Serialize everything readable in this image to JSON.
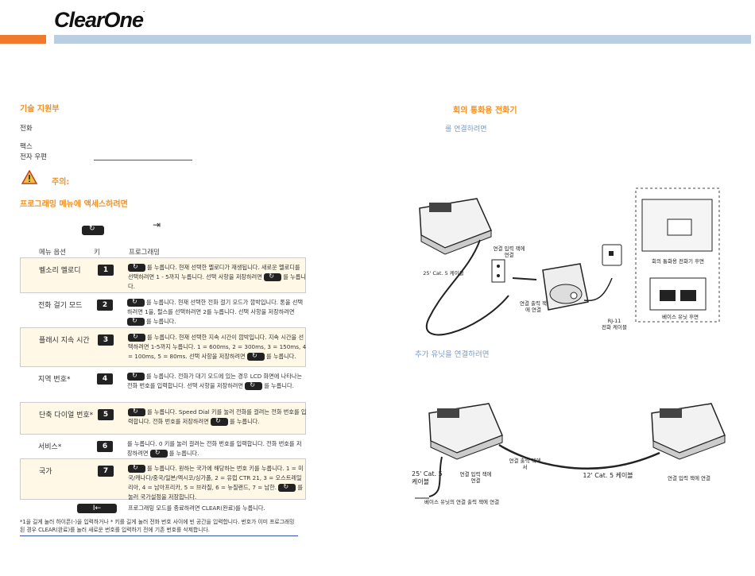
{
  "colors": {
    "accent": "#f07a2a",
    "header_bar": "#b9cfe1",
    "orange_heading": "#f0922a",
    "blue_text": "#7a9cc4",
    "dark_key": "#222222"
  },
  "brand": {
    "logo_text": "ClearOne",
    "logo_mark": "."
  },
  "left": {
    "tech_support": {
      "heading": "기술 지원부",
      "phone_label": "전화",
      "fax_label": "팩스",
      "email_label": "전자 우편"
    },
    "caution": {
      "icon": "warning-triangle-icon",
      "label": "주의:"
    },
    "programming": {
      "heading": "프로그래밍 메뉴에 액세스하려면",
      "arrow_icon": "enter-arrow-icon",
      "table_headers": {
        "menu": "메뉴 옵션",
        "key": "키",
        "programming": "프로그래밍"
      },
      "rows": [
        {
          "option": "벨소리 멜로디",
          "key": "1",
          "desc_a": "를 누릅니다. 현재 선택한 멜로디가 재생됩니다. 새로운 멜로디를 선택하려면 1 - 5까지 누릅니다. 선택 사항을 저장하려면",
          "desc_b": "를 누릅니다."
        },
        {
          "option": "전화 걸기 모드",
          "key": "2",
          "desc_a": "를 누릅니다. 현재 선택한 전화 걸기 모드가 깜박입니다. 톤을 선택하려면 1을, 펄스를 선택하려면 2를 누릅니다. 선택 사항을 저장하려면",
          "desc_b": "를 누릅니다."
        },
        {
          "option": "플래시 지속 시간",
          "key": "3",
          "desc_a": "를 누릅니다. 현재 선택한 지속 시간이 깜박입니다. 지속 시간을 선택하려면 1-5까지 누릅니다. 1 = 600ms, 2 = 300ms, 3 = 150ms, 4 = 100ms, 5 = 80ms. 선택 사항을 저장하려면",
          "desc_b": "를 누릅니다."
        },
        {
          "option": "지역 번호*",
          "key": "4",
          "desc_a": "를 누릅니다. 전화가 대기 모드에 있는 경우 LCD 화면에 나타나는 전화 번호를 입력합니다. 선택 사항을 저장하려면",
          "desc_b": "를 누릅니다."
        },
        {
          "option": "단축 다이얼 번호*",
          "key": "5",
          "desc_a": "를 누릅니다. Speed Dial 키를 눌러 전화를 걸려는 전화 번호를 입력합니다. 전화 번호를 저장하려면",
          "desc_b": "를 누릅니다."
        },
        {
          "option": "서비스*",
          "key": "6",
          "desc_a": "를 누릅니다. 0 키를 눌러 걸려는 전화 번호를 입력합니다. 전화 번호를 저장하려면",
          "desc_b": "를 누릅니다."
        },
        {
          "option": "국가",
          "key": "7",
          "desc_a": "를 누릅니다. 원하는 국가에 해당하는 번호 키를 누릅니다. 1 = 미국/캐나다/중국/일본/멕시코/싱가폴, 2 = 유럽 CTR 21, 3 = 오스트레일리아, 4 = 남아프리카, 5 = 브라질, 6 = 뉴질랜드, 7 = 남한.",
          "desc_b": "를 눌러 국가설정을 저장합니다."
        }
      ],
      "exit_key": "I←",
      "exit_text": "프로그래밍 모드를 종료하려면 CLEAR(완료)를 누릅니다.",
      "footnote": "*1을 길게 눌러 하이픈(-)을 입력하거나 * 키를 길게 눌러 전화 번호 사이에 빈 공간을 입력합니다. 번호가 이미 프로그래밍된 경우 CLEAR(완료)를 눌러 새로운 번호를 입력하기 전에 기존 번호를 삭제합니다."
    }
  },
  "right": {
    "heading": "회의 통화용 전화기",
    "connect_heading": "를 연결하려면",
    "diagram1": {
      "conf_input": "연결 입력 잭에 연결",
      "cat5_25": "25' Cat. 5 케이블",
      "rj11_line1": "RJ-11",
      "rj11_line2": "전화 케이블",
      "base_out": "연결 출력 잭에 연결",
      "inset_top": "회의 통화용 전화기 후면",
      "inset_bottom": "베이스 유닛 후면"
    },
    "add_heading": "추가 유닛을 연결하려면",
    "diagram2": {
      "cat5_25_l1": "25' Cat. 5",
      "cat5_25_l2": "케이블",
      "conf_input": "연결 입력 잭에 연결",
      "out_jack": "연결 출력 잭에서",
      "cat5_12": "12' Cat. 5 케이블",
      "in_jack_2": "연결 입력 잭에 연결",
      "base_out_note": "베이스 유닛의 연결 출력 잭에 연결"
    }
  }
}
